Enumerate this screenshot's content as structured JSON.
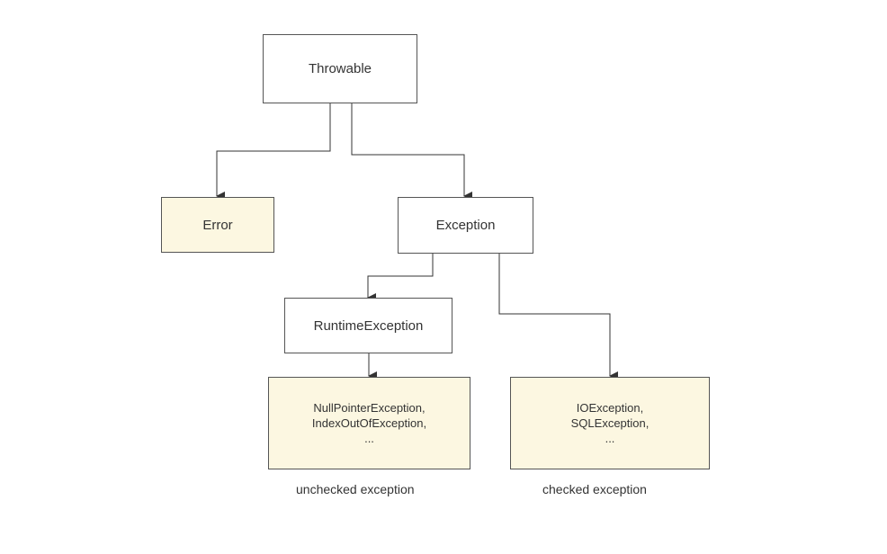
{
  "nodes": {
    "throwable": {
      "label": "Throwable"
    },
    "error": {
      "label": "Error"
    },
    "exception": {
      "label": "Exception"
    },
    "runtime_exception": {
      "label": "RuntimeException"
    },
    "unchecked_examples": {
      "lines": [
        "NullPointerException,",
        "IndexOutOfException,",
        "..."
      ]
    },
    "checked_examples": {
      "lines": [
        "IOException,",
        "SQLException,",
        "..."
      ]
    }
  },
  "captions": {
    "unchecked": "unchecked exception",
    "checked": "checked exception"
  },
  "colors": {
    "highlight_fill": "#fcf7e1",
    "plain_fill": "#ffffff",
    "stroke": "#555555",
    "text": "#333333"
  }
}
